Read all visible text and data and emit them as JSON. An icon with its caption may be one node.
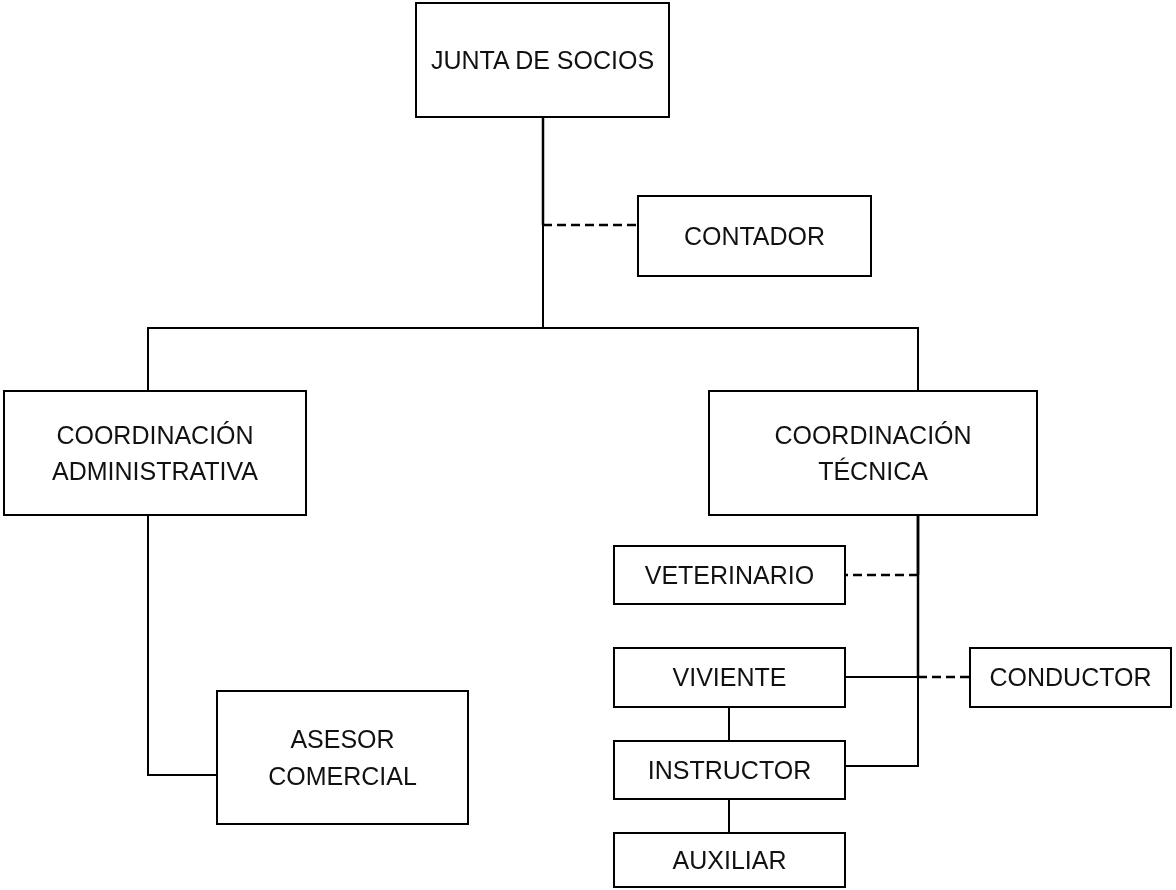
{
  "diagram": {
    "nodes": [
      {
        "text": [
          "JUNTA DE SOCIOS"
        ]
      },
      {
        "text": [
          "CONTADOR"
        ]
      },
      {
        "text": [
          "COORDINACIÓN ADMINISTRATIVA"
        ]
      },
      {
        "text": [
          "COORDINACIÓN TÉCNICA"
        ]
      },
      {
        "text": [
          "VETERINARIO"
        ]
      },
      {
        "text": [
          "VIVIENTE"
        ]
      },
      {
        "text": [
          "CONDUCTOR"
        ]
      },
      {
        "text": [
          "INSTRUCTOR"
        ]
      },
      {
        "text": [
          "AUXILIAR"
        ]
      },
      {
        "text": [
          "ASESOR COMERCIAL"
        ]
      }
    ],
    "edges": [
      {
        "from": 0,
        "to": 1,
        "arrow": "none",
        "style": "dashed"
      },
      {
        "from": 0,
        "to": 2,
        "arrow": "none"
      },
      {
        "from": 0,
        "to": 3,
        "arrow": "none"
      },
      {
        "from": 2,
        "to": 9,
        "arrow": "none"
      },
      {
        "from": 3,
        "to": 4,
        "arrow": "none",
        "style": "dashed"
      },
      {
        "from": 3,
        "to": 5,
        "arrow": "none"
      },
      {
        "from": 3,
        "to": 6,
        "arrow": "none",
        "style": "dashed"
      },
      {
        "from": 3,
        "to": 7,
        "arrow": "none"
      },
      {
        "from": 5,
        "to": 7,
        "arrow": "none"
      },
      {
        "from": 7,
        "to": 8,
        "arrow": "none"
      }
    ]
  }
}
